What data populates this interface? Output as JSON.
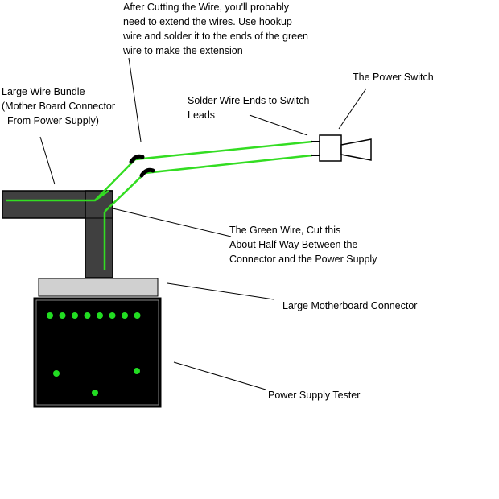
{
  "labels": {
    "extend_note": "After Cutting the Wire, you'll probably\nneed to extend the wires. Use hookup\nwire and solder it to the ends of the green\nwire to make the extension",
    "bundle": "Large Wire Bundle\n(Mother Board Connector\n  From Power Supply)",
    "switch": "The Power Switch",
    "solder": "Solder Wire Ends to Switch\nLeads",
    "green_wire": "The Green Wire, Cut this\nAbout Half Way Between the\nConnector and the Power Supply",
    "mb_connector": "Large Motherboard Connector",
    "tester": "Power Supply Tester"
  },
  "colors": {
    "wire_green": "#33dd22",
    "bundle_gray": "#404040",
    "connector_gray": "#d0d0d0",
    "tester_black": "#000000",
    "led_green": "#22dd22"
  },
  "tester": {
    "top_led_count": 8,
    "bottom_led_count": 3
  }
}
